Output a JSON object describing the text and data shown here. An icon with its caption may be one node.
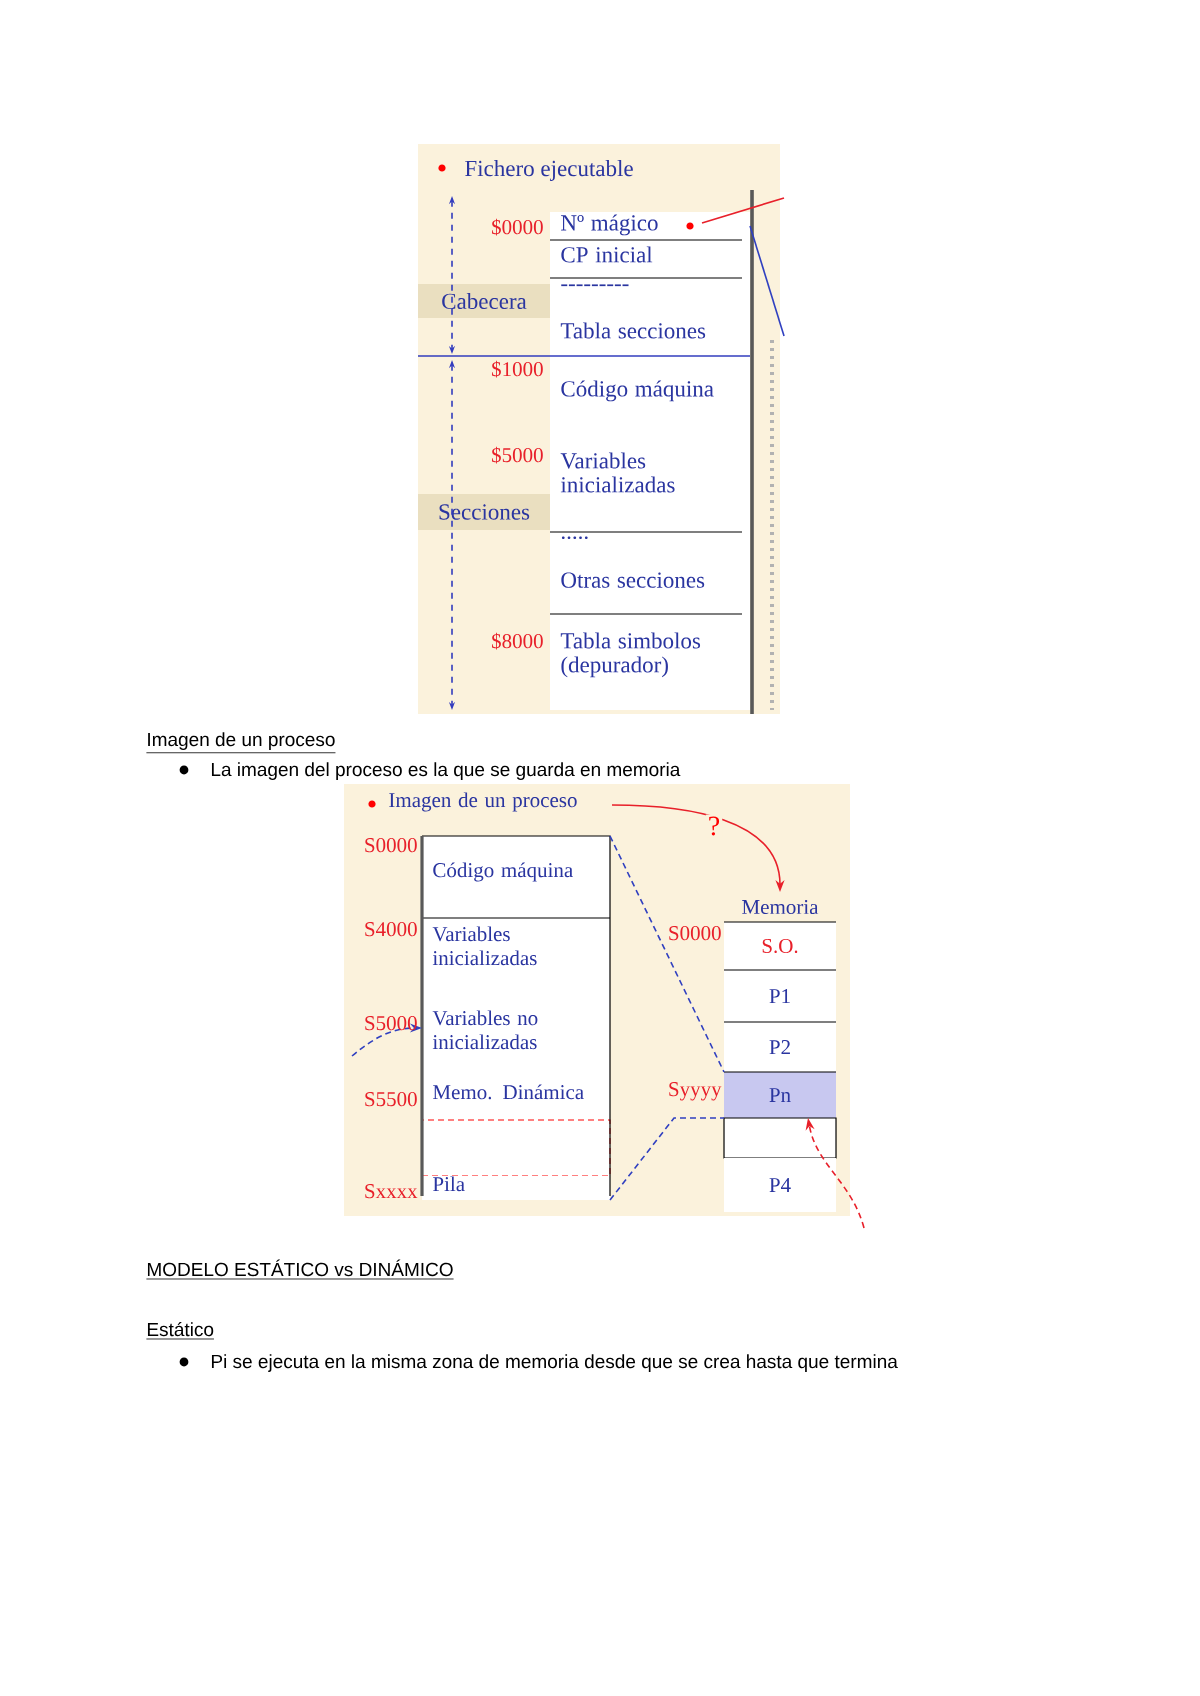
{
  "diagram": {
    "nodes": [
      {
        "text": [
          "Cabecera"
        ]
      },
      {
        "text": [
          "Nº mágico"
        ]
      },
      {
        "text": [
          "CP inicial"
        ]
      },
      {
        "text": [
          "---------",
          "Tabla secciones"
        ]
      },
      {
        "text": [
          "Secciones"
        ]
      },
      {
        "text": [
          "Código máquina",
          "Variables inicializadas"
        ]
      },
      {
        "text": [
          ".....",
          "Otras secciones"
        ]
      },
      {
        "text": [
          "Tabla simbolos (depurador)"
        ]
      },
      {
        "text": [
          "Imagen de un proceso"
        ]
      },
      {
        "text": [
          "Código máquina"
        ]
      },
      {
        "text": [
          "Variables inicializadas",
          "Variables no inicializadas",
          "Memo. Dinámica"
        ]
      },
      {
        "text": [],
        "shape": "box"
      },
      {
        "text": [
          "Pila"
        ]
      },
      {
        "text": [
          "Memoria"
        ]
      },
      {
        "text": [
          "S.O."
        ]
      },
      {
        "text": [
          "P1"
        ]
      },
      {
        "text": [
          "P2"
        ]
      },
      {
        "text": [
          "Pn"
        ]
      },
      {
        "text": [],
        "shape": "box"
      },
      {
        "text": [
          "P4"
        ]
      }
    ],
    "edges": [
      {
        "from": 1,
        "to": null,
        "arrow": "none",
        "color": "#e8202a"
      },
      {
        "from": 1,
        "to": null,
        "arrow": "none"
      },
      {
        "from": 8,
        "to": 13,
        "arrow": "to",
        "label": "?",
        "color": "#e8202a"
      },
      {
        "from": 9,
        "to": 17,
        "arrow": "none",
        "style": "dashed"
      },
      {
        "from": 12,
        "to": 17,
        "arrow": "none",
        "style": "dashed"
      },
      {
        "from": null,
        "to": 10,
        "arrow": "to",
        "style": "dashed"
      },
      {
        "from": null,
        "to": 17,
        "arrow": "to",
        "style": "dashed",
        "color": "#e8202a"
      }
    ],
    "labels": [
      "Fichero ejecutable",
      "$0000",
      "$1000",
      "$5000",
      "$8000",
      "Imagen de un proceso",
      "La imagen del proceso es la que se guarda en memoria",
      "S0000",
      "S4000",
      "S0000",
      "S5000",
      "S5500",
      "Syyyy",
      "Sxxxx",
      "MODELO ESTÁTICO vs DINÁMICO",
      "Estático",
      "Pi se ejecuta en la misma zona de memoria desde que se crea hasta que termina"
    ]
  }
}
